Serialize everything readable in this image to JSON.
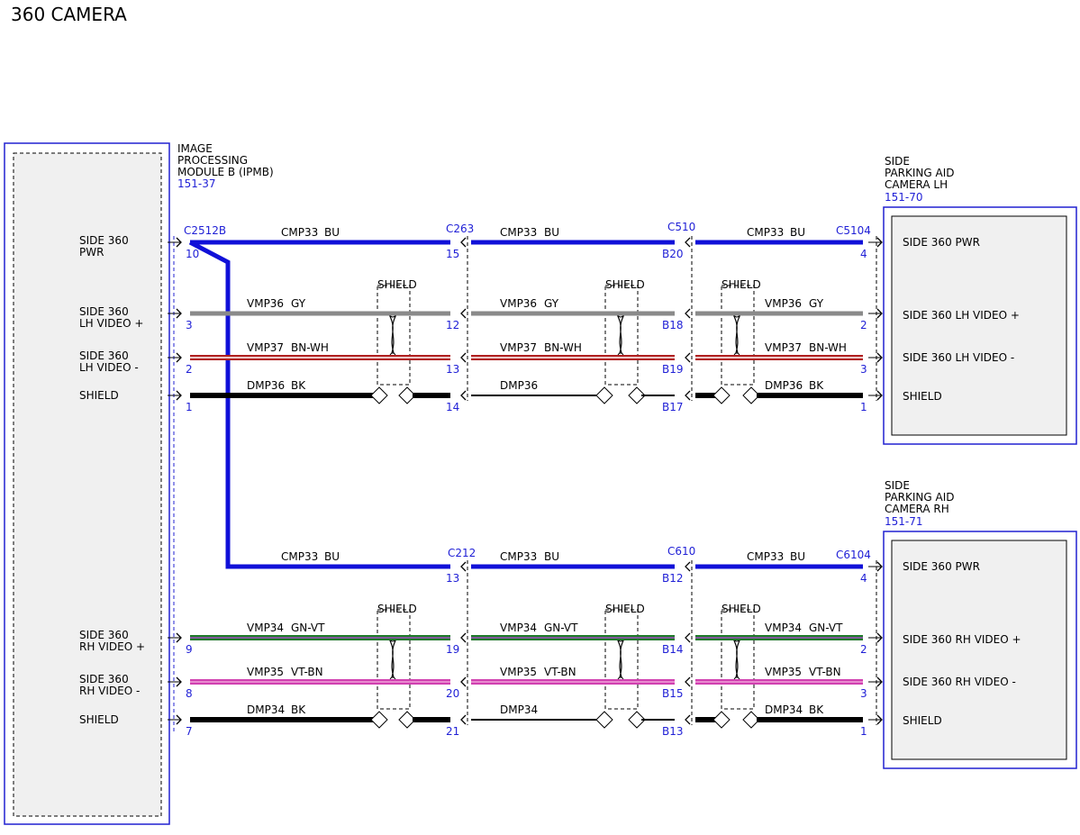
{
  "title": "360 CAMERA",
  "colors": {
    "blue_wire": "#1010d8",
    "gray_wire": "#8a8a8a",
    "black_wire": "#000000",
    "brownwhite_wire": "#b02020",
    "green_wire": "#1f7a2a",
    "violet_wire": "#d040b0",
    "box_border": "#2020d0",
    "box_fill": "#f0f0f0",
    "pin_text": "#1f1fd6"
  },
  "modules": {
    "ipmb": {
      "name_lines": [
        "IMAGE",
        "PROCESSING",
        "MODULE B (IPMB)"
      ],
      "ref": "151-37",
      "pins": [
        {
          "lines": [
            "SIDE 360",
            "PWR"
          ]
        },
        {
          "lines": [
            "SIDE 360",
            "LH VIDEO +"
          ]
        },
        {
          "lines": [
            "SIDE 360",
            "LH VIDEO -"
          ]
        },
        {
          "lines": [
            "SHIELD"
          ]
        },
        {
          "lines": [
            "SIDE 360",
            "RH VIDEO +"
          ]
        },
        {
          "lines": [
            "SIDE 360",
            "RH VIDEO -"
          ]
        },
        {
          "lines": [
            "SHIELD"
          ]
        }
      ]
    },
    "cam_lh": {
      "name_lines": [
        "SIDE",
        "PARKING AID",
        "CAMERA LH"
      ],
      "ref": "151-70",
      "pins": [
        "SIDE 360 PWR",
        "SIDE 360 LH VIDEO +",
        "SIDE 360 LH VIDEO -",
        "SHIELD"
      ]
    },
    "cam_rh": {
      "name_lines": [
        "SIDE",
        "PARKING AID",
        "CAMERA RH"
      ],
      "ref": "151-71",
      "pins": [
        "SIDE 360 PWR",
        "SIDE 360 RH VIDEO +",
        "SIDE 360 RH VIDEO -",
        "SHIELD"
      ]
    }
  },
  "connectors": {
    "ipmb": "C2512B",
    "lh_a": "C263",
    "lh_b": "C510",
    "lh_cam": "C5104",
    "rh_a": "C212",
    "rh_b": "C610",
    "rh_cam": "C6104"
  },
  "shield_label": "SHIELD",
  "lh_rows": [
    {
      "seg": [
        {
          "circuit": "CMP33",
          "color": "BU"
        },
        {
          "circuit": "CMP33",
          "color": "BU"
        },
        {
          "circuit": "CMP33",
          "color": "BU"
        }
      ],
      "pins": [
        "10",
        "15",
        "B20",
        "4"
      ]
    },
    {
      "seg": [
        {
          "circuit": "VMP36",
          "color": "GY"
        },
        {
          "circuit": "VMP36",
          "color": "GY"
        },
        {
          "circuit": "VMP36",
          "color": "GY"
        }
      ],
      "pins": [
        "3",
        "12",
        "B18",
        "2"
      ]
    },
    {
      "seg": [
        {
          "circuit": "VMP37",
          "color": "BN-WH"
        },
        {
          "circuit": "VMP37",
          "color": "BN-WH"
        },
        {
          "circuit": "VMP37",
          "color": "BN-WH"
        }
      ],
      "pins": [
        "2",
        "13",
        "B19",
        "3"
      ]
    },
    {
      "seg": [
        {
          "circuit": "DMP36",
          "color": "BK"
        },
        {
          "circuit": "DMP36",
          "color": ""
        },
        {
          "circuit": "DMP36",
          "color": "BK"
        }
      ],
      "pins": [
        "1",
        "14",
        "B17",
        "1"
      ]
    }
  ],
  "rh_rows": [
    {
      "seg": [
        {
          "circuit": "CMP33",
          "color": "BU"
        },
        {
          "circuit": "CMP33",
          "color": "BU"
        },
        {
          "circuit": "CMP33",
          "color": "BU"
        }
      ],
      "pins": [
        "",
        "13",
        "B12",
        "4"
      ]
    },
    {
      "seg": [
        {
          "circuit": "VMP34",
          "color": "GN-VT"
        },
        {
          "circuit": "VMP34",
          "color": "GN-VT"
        },
        {
          "circuit": "VMP34",
          "color": "GN-VT"
        }
      ],
      "pins": [
        "9",
        "19",
        "B14",
        "2"
      ]
    },
    {
      "seg": [
        {
          "circuit": "VMP35",
          "color": "VT-BN"
        },
        {
          "circuit": "VMP35",
          "color": "VT-BN"
        },
        {
          "circuit": "VMP35",
          "color": "VT-BN"
        }
      ],
      "pins": [
        "8",
        "20",
        "B15",
        "3"
      ]
    },
    {
      "seg": [
        {
          "circuit": "DMP34",
          "color": "BK"
        },
        {
          "circuit": "DMP34",
          "color": ""
        },
        {
          "circuit": "DMP34",
          "color": "BK"
        }
      ],
      "pins": [
        "7",
        "21",
        "B13",
        "1"
      ]
    }
  ]
}
